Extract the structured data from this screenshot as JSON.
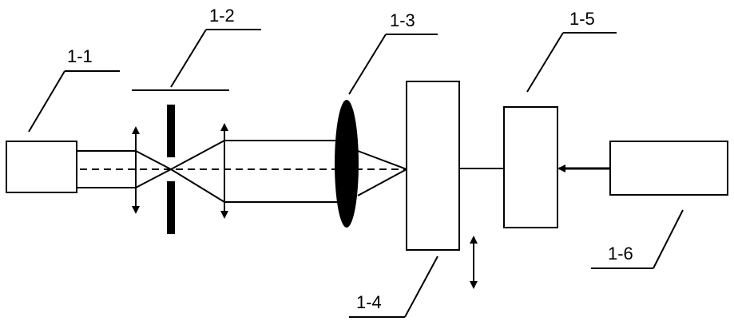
{
  "labels": {
    "laser": "1-1",
    "pinhole_filter": "1-2",
    "focusing_lens": "1-3",
    "sample_stage": "1-4",
    "controller": "1-5",
    "computer": "1-6"
  }
}
